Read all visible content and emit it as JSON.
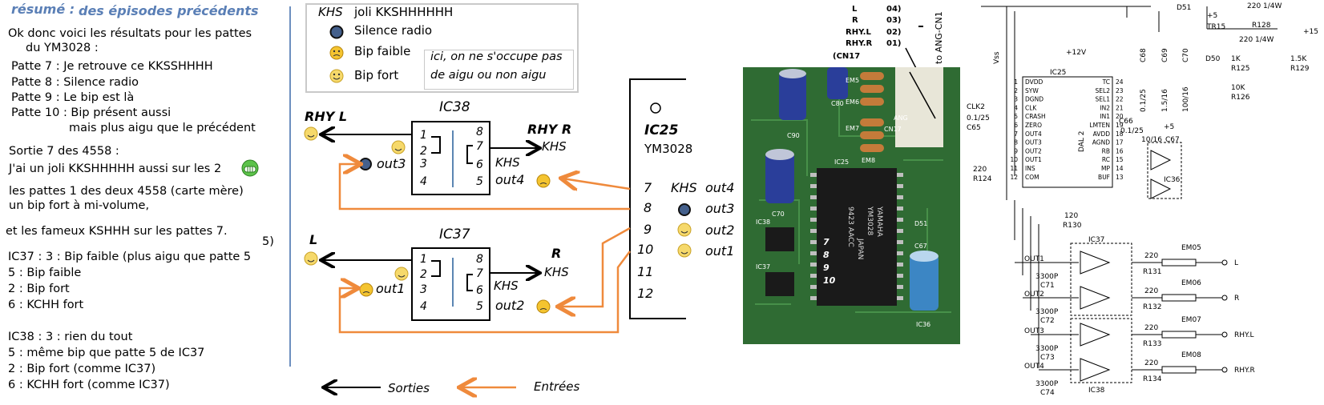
{
  "summary": {
    "title": "résumé :",
    "subtitle": "des épisodes précédents",
    "lines": [
      "Ok donc voici les résultats pour les pattes",
      "du YM3028 :",
      "Patte 7 : Je retrouve ce KKSSHHHH",
      "Patte 8 : Silence radio",
      "Patte 9 : Le bip est là",
      "Patte 10 : Bip présent aussi",
      "mais plus aigu que le précédent",
      "Sortie 7 des 4558 :",
      "J'ai un joli KKSHHHHH aussi sur les 2",
      "les pattes 1 des deux 4558 (carte mère)",
      "un bip fort à mi-volume,",
      "et les fameux KSHHH sur les pattes 7.",
      "5)",
      "IC37 : 3 : Bip faible (plus aigu que patte 5",
      "5 : Bip faible",
      "2 : Bip fort",
      "6 : KCHH fort",
      "IC38 : 3 : rien du tout",
      "5 : même bip que patte 5 de IC37",
      "2 : Bip fort (comme IC37)",
      "6 : KCHH fort (comme IC37)"
    ]
  },
  "legend": {
    "khs_key": "KHS",
    "khs_label": "joli KKSHHHHHH",
    "silence_label": "Silence radio",
    "bip_faible_label": "Bip faible",
    "bip_fort_label": "Bip fort",
    "note_line1": "ici, on ne s'occupe pas",
    "note_line2": "de aigu ou non aigu"
  },
  "diagram": {
    "ic38": {
      "name": "IC38",
      "pins_left": [
        "1",
        "2",
        "3",
        "4"
      ],
      "pins_right": [
        "8",
        "7",
        "6",
        "5"
      ],
      "rhy_l": "RHY L",
      "rhy_r": "RHY R",
      "khs_7": "KHS",
      "khs_6": "KHS",
      "out3": "out3",
      "out4": "out4"
    },
    "ic37": {
      "name": "IC37",
      "pins_left": [
        "1",
        "2",
        "3",
        "4"
      ],
      "pins_right": [
        "8",
        "7",
        "6",
        "5"
      ],
      "l": "L",
      "r": "R",
      "khs_7": "KHS",
      "khs_6": "KHS",
      "out1": "out1",
      "out2": "out2"
    },
    "ic25": {
      "name": "IC25",
      "part": "YM3028",
      "pins": [
        "7",
        "8",
        "9",
        "10",
        "11",
        "12"
      ],
      "khs": "KHS",
      "outs": [
        "out4",
        "out3",
        "out2",
        "out1"
      ]
    },
    "bottom_legend": {
      "outputs": "Sorties",
      "inputs": "Entrées"
    },
    "colors": {
      "input_arrow": "#ef8a3c",
      "ic_line": "#5b86b3",
      "divider": "#6d8fbf"
    }
  },
  "photo_labels": {
    "top_pins": [
      "L",
      "R",
      "RHY.L",
      "RHY.R",
      "(CN17",
      "04)",
      "03)",
      "02)",
      "01)"
    ],
    "connector": "to ANG-CN1",
    "chip_brand": "YAMAHA",
    "chip_part": "YM3028",
    "chip_country": "JAPAN",
    "chip_code": "9423 AACC",
    "chip_pins": [
      "7",
      "8",
      "9",
      "10"
    ],
    "refs": [
      "C90",
      "C80",
      "EM5",
      "EM6",
      "EM7",
      "EM8",
      "CN17",
      "IC25",
      "ANG",
      "C70",
      "IC38",
      "IC37",
      "D51",
      "C67",
      "IC36"
    ]
  },
  "schematic": {
    "top": [
      "D51",
      "+5",
      "220 1/4W",
      "R128",
      "TR15",
      "220 1/4W",
      "+15"
    ],
    "caps": [
      "C68",
      "C69",
      "C70",
      "0.1/25",
      "1.5/16",
      "100/16"
    ],
    "resistors": [
      "1K",
      "R125",
      "10K",
      "R126",
      "1.5K",
      "R129",
      "D50"
    ],
    "vss": "Vss",
    "plus12": "+12V",
    "ic25": "IC25",
    "ic25_left_pins": [
      "DVDD",
      "SYW",
      "DGND",
      "CLK",
      "CRASH",
      "ZERO",
      "OUT4",
      "OUT3",
      "OUT2",
      "OUT1",
      "INS",
      "COM"
    ],
    "ic25_right_pins": [
      "TC",
      "SEL2",
      "SEL1",
      "IN2",
      "IN1",
      "LMTEN",
      "AVDD",
      "AGND",
      "RB",
      "RC",
      "MP",
      "BUF"
    ],
    "ic25_left_nums": [
      "1",
      "2",
      "3",
      "4",
      "5",
      "6",
      "7",
      "8",
      "9",
      "10",
      "11",
      "12"
    ],
    "ic25_right_nums": [
      "24",
      "23",
      "22",
      "21",
      "20",
      "19",
      "18",
      "17",
      "16",
      "15",
      "14",
      "13"
    ],
    "dal": "DAL 2",
    "clk": "CLK2",
    "c65": "C65",
    "c65_val": "0.1/25",
    "c66": "C66",
    "c66_val": "0.1/25",
    "c67": "C67",
    "c67_val": "10/16",
    "ic36": "IC36",
    "r124": "R124",
    "r124_val": "220",
    "r130": "R130",
    "r130_val": "120",
    "plus5b": "+5",
    "outs": [
      "OUT1",
      "OUT2",
      "OUT3",
      "OUT4"
    ],
    "caps_out": [
      "3300P",
      "C71",
      "3300P",
      "C72",
      "3300P",
      "C73",
      "3300P",
      "C74"
    ],
    "ic37": "IC37",
    "ic38": "IC38",
    "res_out": [
      "220",
      "R131",
      "220",
      "R132",
      "220",
      "R133",
      "220",
      "R134"
    ],
    "em": [
      "EM05",
      "EM06",
      "EM07",
      "EM08"
    ],
    "out_labels": [
      "L",
      "R",
      "RHY.L",
      "RHY.R"
    ]
  }
}
